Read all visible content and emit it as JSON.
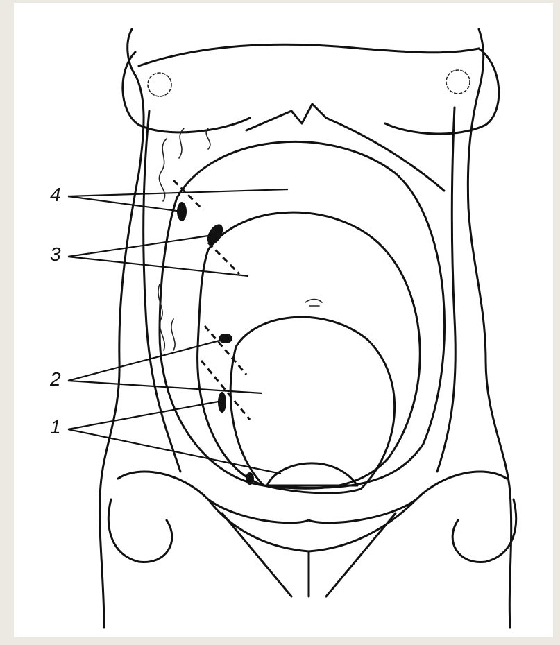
{
  "figure": {
    "labels": [
      {
        "id": "4",
        "text": "4"
      },
      {
        "id": "3",
        "text": "3"
      },
      {
        "id": "2",
        "text": "2"
      },
      {
        "id": "1",
        "text": "1"
      }
    ]
  }
}
